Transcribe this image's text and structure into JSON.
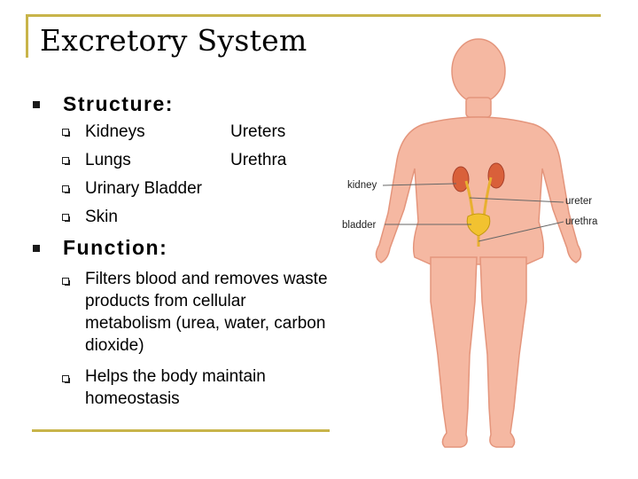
{
  "title": "Excretory System",
  "structure": {
    "heading": "Structure:",
    "items_left": [
      "Kidneys",
      "Lungs",
      "Urinary Bladder",
      "Skin"
    ],
    "items_right": [
      "Ureters",
      "Urethra"
    ]
  },
  "function": {
    "heading": "Function:",
    "items": [
      "Filters blood and removes waste products from cellular metabolism (urea, water, carbon dioxide)",
      "Helps the body maintain homeostasis"
    ]
  },
  "figure": {
    "labels": {
      "kidney": "kidney",
      "ureter": "ureter",
      "bladder": "bladder",
      "urethra": "urethra"
    }
  },
  "colors": {
    "frame": "#c8b44a",
    "skin": "#f5b8a2",
    "skin_outline": "#e4957c",
    "kidney": "#d9603a",
    "bladder": "#f2c230"
  }
}
